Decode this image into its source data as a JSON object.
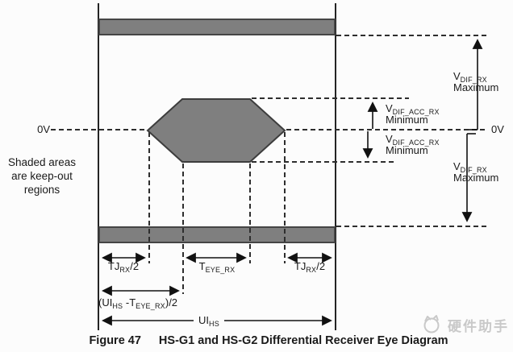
{
  "colors": {
    "keepout_fill": "#7f7f7f",
    "keepout_border": "#454545",
    "line": "#242424",
    "watermark": "#c9c9c9"
  },
  "labels": {
    "zero_v_left": "0V",
    "zero_v_right": "0V",
    "keepout_note": {
      "line1": "Shaded areas",
      "line2": "are keep-out",
      "line3": "regions"
    }
  },
  "voltage_labels": {
    "vdif_rx_top": {
      "main": "V",
      "sub": "DIF_RX",
      "line2": "Maximum"
    },
    "vdif_acc_top": {
      "main": "V",
      "sub": "DIF_ACC_RX",
      "line2": "Minimum"
    },
    "vdif_acc_bottom": {
      "main": "V",
      "sub": "DIF_ACC_RX",
      "line2": "Minimum"
    },
    "vdif_rx_bottom": {
      "main": "V",
      "sub": "DIF_RX",
      "line2": "Maximum"
    }
  },
  "timing_labels": {
    "tj_left": {
      "p1": "TJ",
      "s1": "RX",
      "p2": "/2"
    },
    "t_eye": {
      "p1": "T",
      "s1": "EYE_RX"
    },
    "tj_right": {
      "p1": "TJ",
      "s1": "RX",
      "p2": "/2"
    },
    "ui_minus_teye": {
      "p1": "(UI",
      "s1": "HS",
      "p2": " -T",
      "s2": "EYE_RX",
      "p3": ")/2"
    },
    "ui_hs": {
      "p1": "UI",
      "s1": "HS"
    }
  },
  "caption": {
    "figure": "Figure 47",
    "title": "HS-G1 and HS-G2 Differential Receiver Eye Diagram"
  },
  "watermark": {
    "text": "硬件助手"
  }
}
